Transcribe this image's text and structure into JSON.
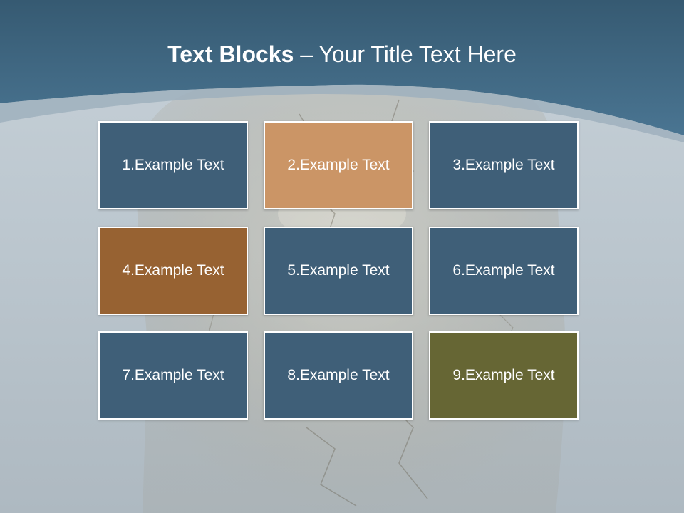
{
  "title": {
    "bold": "Text Blocks",
    "dash": " – ",
    "rest": "Your Title Text Here"
  },
  "colors": {
    "header": "#3f6a86",
    "blue_block": "#3f5f78",
    "tan_block": "#cb9566",
    "brown_block": "#976232",
    "olive_block": "#666634"
  },
  "blocks": [
    {
      "label": "1.Example Text",
      "color": "#3f5f78"
    },
    {
      "label": "2.Example Text",
      "color": "#cb9566"
    },
    {
      "label": "3.Example Text",
      "color": "#3f5f78"
    },
    {
      "label": "4.Example Text",
      "color": "#976232"
    },
    {
      "label": "5.Example Text",
      "color": "#3f5f78"
    },
    {
      "label": "6.Example Text",
      "color": "#3f5f78"
    },
    {
      "label": "7.Example Text",
      "color": "#3f5f78"
    },
    {
      "label": "8.Example Text",
      "color": "#3f5f78"
    },
    {
      "label": "9.Example Text",
      "color": "#666634"
    }
  ]
}
